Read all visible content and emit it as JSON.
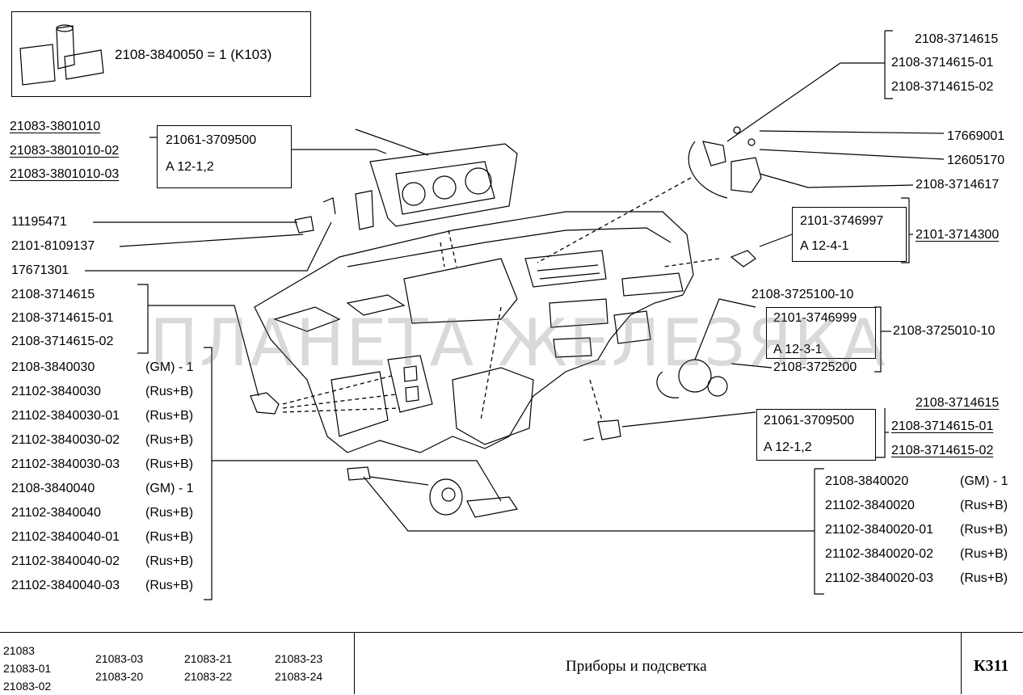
{
  "kit": {
    "text": "2108-3840050 = 1 (K103)",
    "icon": "tool-kit-icon"
  },
  "cluster": {
    "codes": [
      "21083-3801010",
      "21083-3801010-02",
      "21083-3801010-03"
    ]
  },
  "bulb_cluster": {
    "code": "21061-3709500",
    "spec": "A 12-1,2"
  },
  "left_parts": [
    "11195471",
    "2101-8109137",
    "17671301"
  ],
  "left_switch": [
    "2108-3714615",
    "2108-3714615-01",
    "2108-3714615-02"
  ],
  "left_list": [
    {
      "code": "2108-3840030",
      "note": "(GM) - 1"
    },
    {
      "code": "21102-3840030",
      "note": "(Rus+B)"
    },
    {
      "code": "21102-3840030-01",
      "note": "(Rus+B)"
    },
    {
      "code": "21102-3840030-02",
      "note": "(Rus+B)"
    },
    {
      "code": "21102-3840030-03",
      "note": "(Rus+B)"
    },
    {
      "code": "2108-3840040",
      "note": "(GM) - 1"
    },
    {
      "code": "21102-3840040",
      "note": "(Rus+B)"
    },
    {
      "code": "21102-3840040-01",
      "note": "(Rus+B)"
    },
    {
      "code": "21102-3840040-02",
      "note": "(Rus+B)"
    },
    {
      "code": "21102-3840040-03",
      "note": "(Rus+B)"
    }
  ],
  "right_top_switch": [
    "2108-3714615",
    "2108-3714615-01",
    "2108-3714615-02"
  ],
  "right_parts": [
    "17669001",
    "12605170",
    "2108-3714617"
  ],
  "bulb_right": {
    "code": "2101-3746997",
    "spec": "A 12-4-1"
  },
  "right_assembly": "2101-3714300",
  "cigar": {
    "top": "2108-3725100-10",
    "bulb_code": "2101-3746999",
    "bulb_spec": "A 12-3-1",
    "bottom": "2108-3725200",
    "assembly": "2108-3725010-10"
  },
  "bulb_lower": {
    "code": "21061-3709500",
    "spec": "A 12-1,2"
  },
  "right_switch2": [
    "2108-3714615",
    "2108-3714615-01",
    "2108-3714615-02"
  ],
  "right_list": [
    {
      "code": "2108-3840020",
      "note": "(GM) - 1"
    },
    {
      "code": "21102-3840020",
      "note": "(Rus+B)"
    },
    {
      "code": "21102-3840020-01",
      "note": "(Rus+B)"
    },
    {
      "code": "21102-3840020-02",
      "note": "(Rus+B)"
    },
    {
      "code": "21102-3840020-03",
      "note": "(Rus+B)"
    }
  ],
  "watermark": "ПЛАНЕТА ЖЕЛЕЗЯКА",
  "footer": {
    "models_col1": [
      "21083",
      "21083-01",
      "21083-02"
    ],
    "models_col2": [
      "21083-03",
      "21083-20"
    ],
    "models_col3": [
      "21083-21",
      "21083-22"
    ],
    "models_col4": [
      "21083-23",
      "21083-24"
    ],
    "title": "Приборы и подсветка",
    "code": "К311"
  },
  "colors": {
    "line": "#000000",
    "watermark": "#8a8a8a"
  }
}
